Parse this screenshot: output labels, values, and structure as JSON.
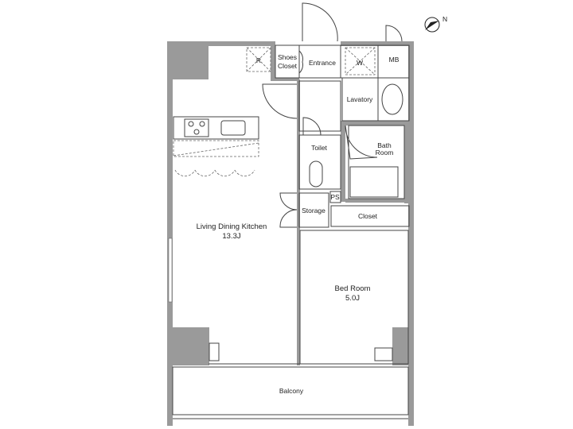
{
  "floor_plan": {
    "compass_label": "N",
    "rooms": {
      "ldk": {
        "name": "Living Dining Kitchen",
        "size": "13.3J"
      },
      "bedroom": {
        "name": "Bed Room",
        "size": "5.0J"
      },
      "balcony": "Balcony",
      "shoes_closet_line1": "Shoes",
      "shoes_closet_line2": "Closet",
      "entrance": "Entrance",
      "washer": "W",
      "meter_box": "MB",
      "lavatory": "Lavatory",
      "bath_line1": "Bath",
      "bath_line2": "Room",
      "toilet": "Toilet",
      "storage": "Storage",
      "pipe_space": "PS",
      "closet": "Closet",
      "refrigerator": "R"
    },
    "colors": {
      "wall": "#9a9a9a",
      "line": "#444444"
    }
  }
}
